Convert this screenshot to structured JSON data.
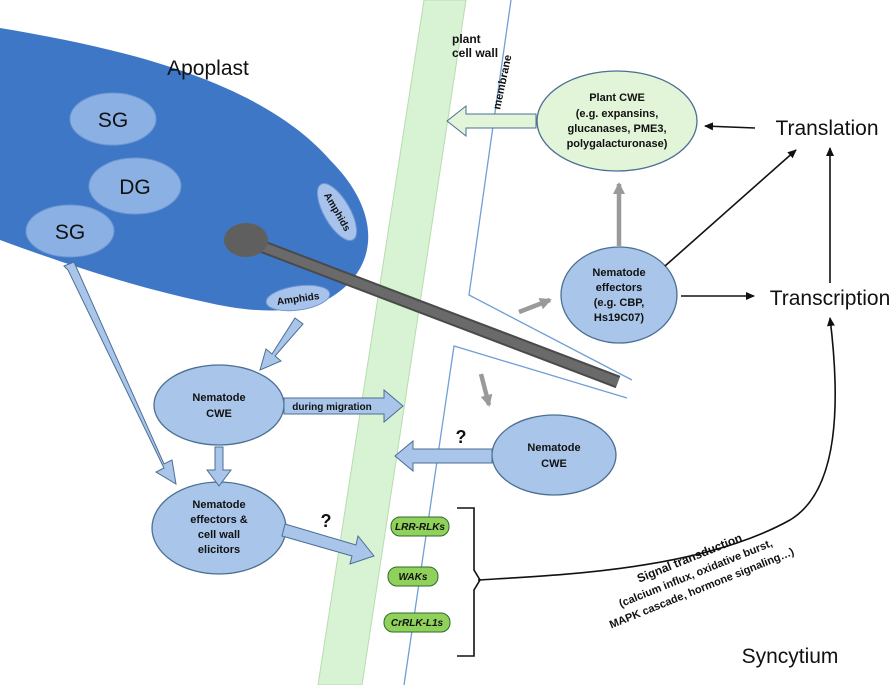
{
  "labels": {
    "apoplast": "Apoplast",
    "plant_cell_wall_line1": "plant",
    "plant_cell_wall_line2": "cell wall",
    "membrane": "membrane",
    "translation": "Translation",
    "transcription": "Transcription",
    "syncytium": "Syncytium",
    "during_migration": "during migration",
    "question_top": "?",
    "question_bottom": "?"
  },
  "glands": {
    "sg_top": "SG",
    "dg": "DG",
    "sg_left": "SG",
    "amphids_top": "Amphids",
    "amphids_bottom": "Amphids"
  },
  "nodes": {
    "plant_cwe": [
      "Plant CWE",
      "(e.g. expansins,",
      "glucanases, PME3,",
      "polygalacturonase)"
    ],
    "nematode_effectors_right": [
      "Nematode",
      "effectors",
      "(e.g. CBP,",
      "Hs19C07)"
    ],
    "nematode_cwe_left": [
      "Nematode",
      "CWE"
    ],
    "nematode_cwe_right": [
      "Nematode",
      "CWE"
    ],
    "nematode_effectors_elicitors": [
      "Nematode",
      "effectors &",
      "cell wall",
      "elicitors"
    ]
  },
  "receptors": [
    "LRR-RLKs",
    "WAKs",
    "CrRLK-L1s"
  ],
  "signal_transduction": [
    "Signal transduction",
    "(calcium influx, oxidative burst,",
    "MAPK cascade, hormone signaling…)"
  ],
  "colors": {
    "nematode_blue": "#3f77c7",
    "node_blue": "#a9c6ea",
    "cell_wall_green": "#d8f2d4",
    "plant_node_green": "#e2f5d8",
    "receptor_green": "#8fd15a",
    "stylet_gray": "#5f5f5f"
  }
}
